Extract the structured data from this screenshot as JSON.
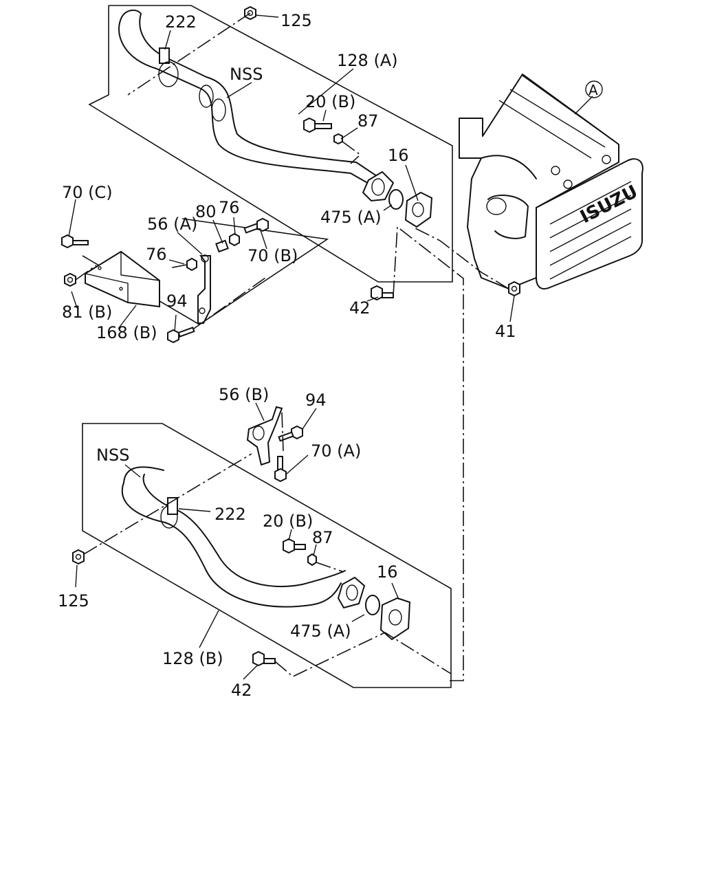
{
  "labels": {
    "top_125": "125",
    "top_222": "222",
    "top_128a": "128 (A)",
    "top_nss": "NSS",
    "top_20b": "20 (B)",
    "top_87": "87",
    "top_16": "16",
    "top_475a": "475 (A)",
    "circle_a": "A",
    "l_70c": "70 (C)",
    "l_56a": "56 (A)",
    "l_80": "80",
    "l_76a": "76",
    "l_70b": "70 (B)",
    "l_76b": "76",
    "l_81b": "81 (B)",
    "l_168b": "168 (B)",
    "l_94": "94",
    "top_42": "42",
    "top_41": "41",
    "b_56b": "56 (B)",
    "b_94": "94",
    "b_70a": "70 (A)",
    "b_nss": "NSS",
    "b_222": "222",
    "b_20b": "20 (B)",
    "b_87": "87",
    "b_16": "16",
    "b_475a": "475 (A)",
    "b_125": "125",
    "b_128b": "128 (B)",
    "b_42": "42"
  },
  "logo_text": "ISUZU",
  "icons": [
    "hex-nut-icon",
    "bolt-icon",
    "gasket-icon",
    "clamp-icon",
    "bracket-icon",
    "exhaust-manifold-icon",
    "exhaust-pipe-icon"
  ]
}
